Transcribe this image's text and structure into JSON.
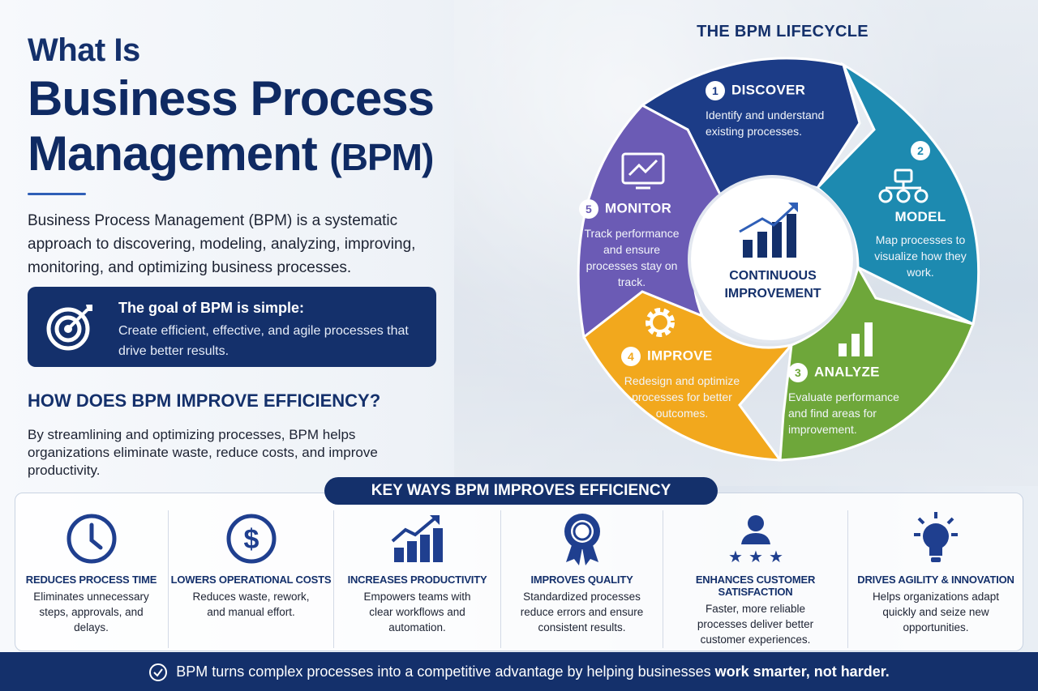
{
  "header": {
    "title_small": "What Is",
    "title_big_line1": "Business Process",
    "title_big_line2": "Management",
    "title_abbr": "(BPM)"
  },
  "intro": "Business Process Management (BPM) is a systematic approach to discovering, modeling, analyzing, improving, monitoring, and optimizing business processes.",
  "goal": {
    "icon": "target-icon",
    "title": "The goal of BPM is simple:",
    "text": "Create efficient, effective, and agile processes that drive better results."
  },
  "how": {
    "heading": "HOW DOES BPM IMPROVE EFFICIENCY?",
    "text": "By streamlining and optimizing processes, BPM helps organizations eliminate waste, reduce costs, and improve productivity."
  },
  "lifecycle": {
    "title": "THE BPM LIFECYCLE",
    "center": "CONTINUOUS IMPROVEMENT",
    "stages": [
      {
        "num": "1",
        "title": "DISCOVER",
        "desc": "Identify and understand existing processes.",
        "color": "#1c3c87"
      },
      {
        "num": "2",
        "title": "MODEL",
        "desc": "Map processes to visualize how they work.",
        "color": "#1d8ab0"
      },
      {
        "num": "3",
        "title": "ANALYZE",
        "desc": "Evaluate performance and find areas for improvement.",
        "color": "#6ea73a"
      },
      {
        "num": "4",
        "title": "IMPROVE",
        "desc": "Redesign and optimize processes for better outcomes.",
        "color": "#f2a81d"
      },
      {
        "num": "5",
        "title": "MONITOR",
        "desc": "Track performance and ensure processes stay on track.",
        "color": "#6b5bb5"
      }
    ]
  },
  "ways": {
    "title": "KEY WAYS BPM IMPROVES EFFICIENCY",
    "items": [
      {
        "icon": "clock-icon",
        "title": "REDUCES PROCESS TIME",
        "desc": "Eliminates unnecessary steps, approvals, and delays."
      },
      {
        "icon": "dollar-icon",
        "title": "LOWERS OPERATIONAL COSTS",
        "desc": "Reduces waste, rework, and manual effort."
      },
      {
        "icon": "growth-chart-icon",
        "title": "INCREASES PRODUCTIVITY",
        "desc": "Empowers teams with clear workflows and automation."
      },
      {
        "icon": "award-badge-icon",
        "title": "IMPROVES QUALITY",
        "desc": "Standardized processes reduce errors and ensure consistent results."
      },
      {
        "icon": "customer-stars-icon",
        "title": "ENHANCES CUSTOMER SATISFACTION",
        "desc": "Faster, more reliable processes deliver better customer experiences."
      },
      {
        "icon": "lightbulb-icon",
        "title": "DRIVES AGILITY & INNOVATION",
        "desc": "Helps organizations adapt quickly and seize new opportunities."
      }
    ]
  },
  "footer": {
    "text": "BPM turns complex processes into a competitive advantage by helping businesses ",
    "emphasis": "work smarter, not harder."
  },
  "colors": {
    "navy": "#14306b",
    "accent": "#2f5fb7"
  }
}
